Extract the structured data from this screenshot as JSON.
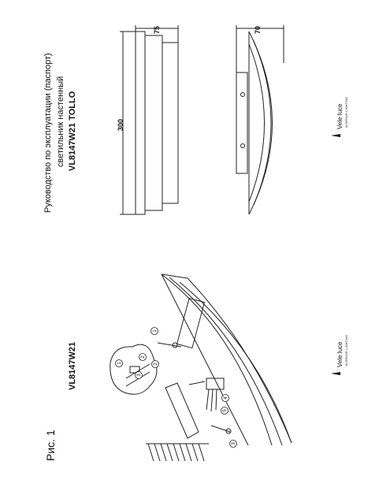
{
  "header": {
    "title_line1": "Руководство по эксплуатации (паспорт)",
    "title_line2": "светильник настенный",
    "model_full": "VL8147W21 TOLLO"
  },
  "dimensions": {
    "length": "300",
    "depth_front": "75",
    "depth_side": "70"
  },
  "figure": {
    "label": "Рис. 1",
    "model": "VL8147W21",
    "step_numbers": [
      "1",
      "2",
      "3",
      "4",
      "5",
      "1",
      "2",
      "3"
    ]
  },
  "logo": {
    "name": "Vele luce",
    "subtitle": "INTERIOR LIGHTING"
  }
}
